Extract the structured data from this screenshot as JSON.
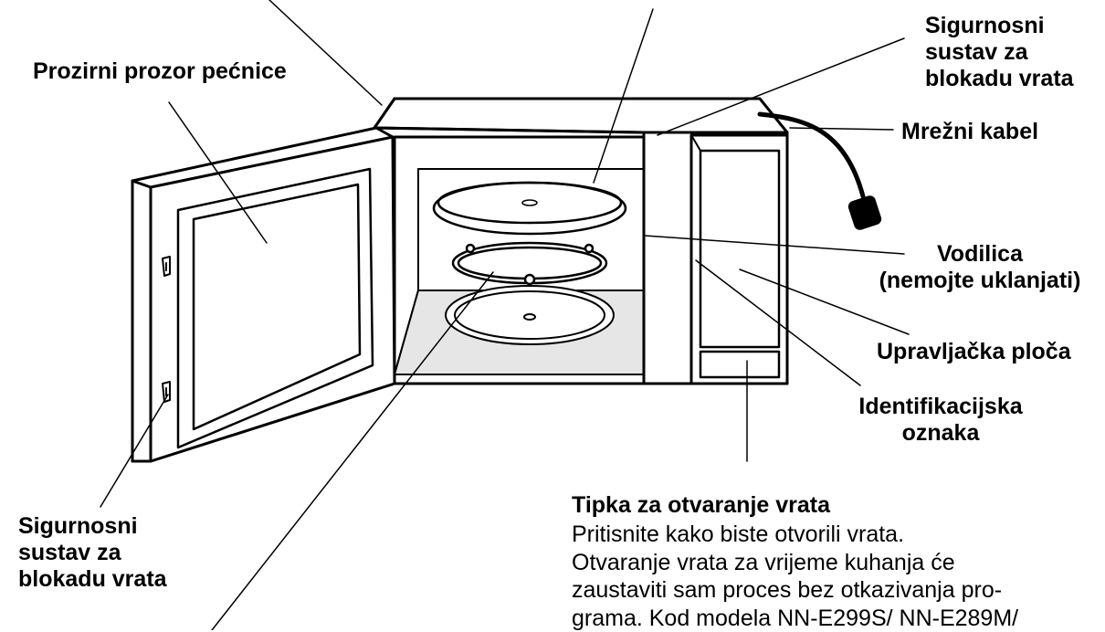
{
  "labels": {
    "window": "Prozirni prozor pećnice",
    "interlock_top": [
      "Sigurnosni",
      "sustav za",
      "blokadu vrata"
    ],
    "cord": "Mrežni kabel",
    "guide": [
      "Vodilica",
      "(nemojte uklanjati)"
    ],
    "control_panel": "Upravljačka ploča",
    "id_label": [
      "Identifikacijska",
      "oznaka"
    ],
    "interlock_bottom": [
      "Sigurnosni",
      "sustav za",
      "blokadu vrata"
    ]
  },
  "release": {
    "title": "Tipka za otvaranje vrata",
    "lines": [
      "Pritisnite kako biste otvorili vrata.",
      "Otvaranje vrata za vrijeme kuhanja će",
      "zaustaviti sam proces bez otkazivanja pro-",
      "grama. Kod modela NN-E299S/ NN-E289M/"
    ]
  },
  "colors": {
    "ink": "#000000",
    "background": "#ffffff",
    "shade": "#d9d9d9"
  }
}
